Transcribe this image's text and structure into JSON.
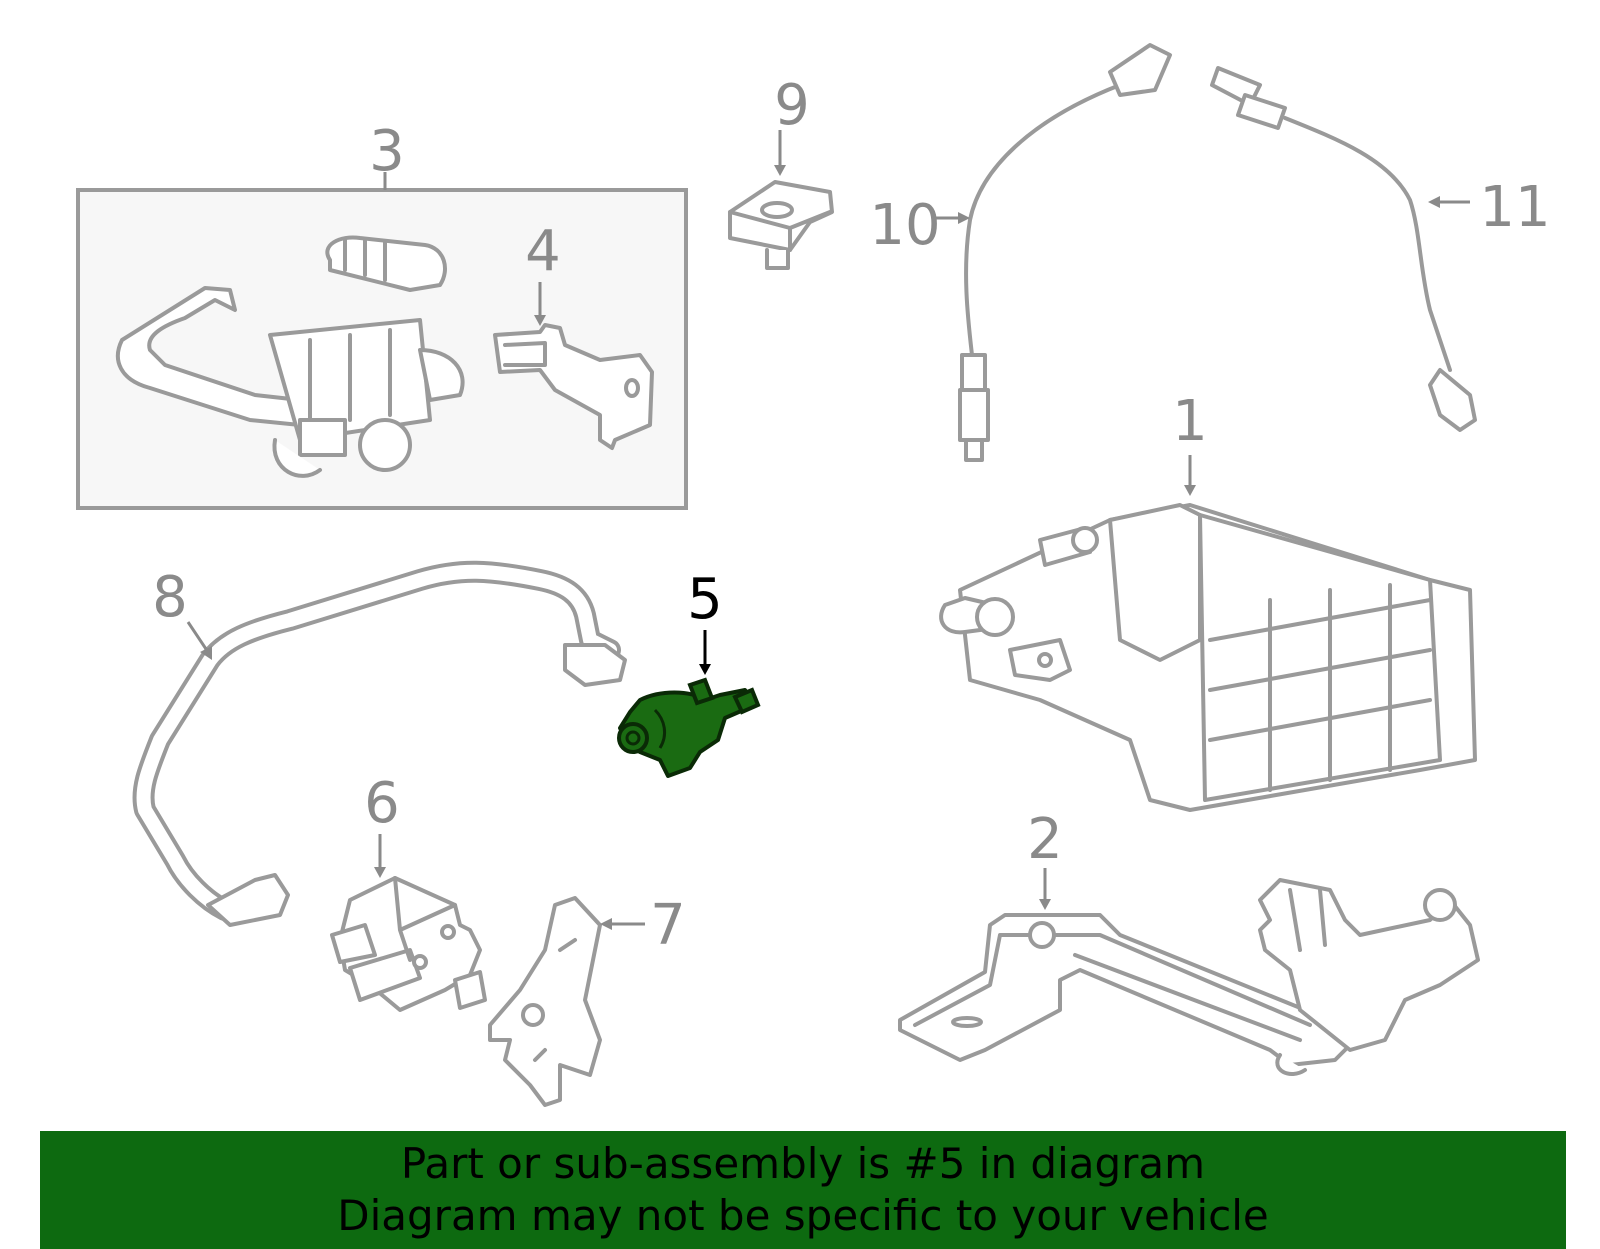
{
  "callouts": {
    "c1": "1",
    "c2": "2",
    "c3": "3",
    "c4": "4",
    "c5": "5",
    "c6": "6",
    "c7": "7",
    "c8": "8",
    "c9": "9",
    "c10": "10",
    "c11": "11"
  },
  "highlighted_callout": "5",
  "colors": {
    "highlight_part": "#1a6b12",
    "banner_background": "#0d6a10",
    "line_art": "#9a9a9a",
    "callout_text": "#8a8a8a",
    "active_callout": "#000000"
  },
  "banner": {
    "line1": "Part or sub-assembly is #5 in diagram",
    "line2": "Diagram may not be specific to your vehicle"
  }
}
